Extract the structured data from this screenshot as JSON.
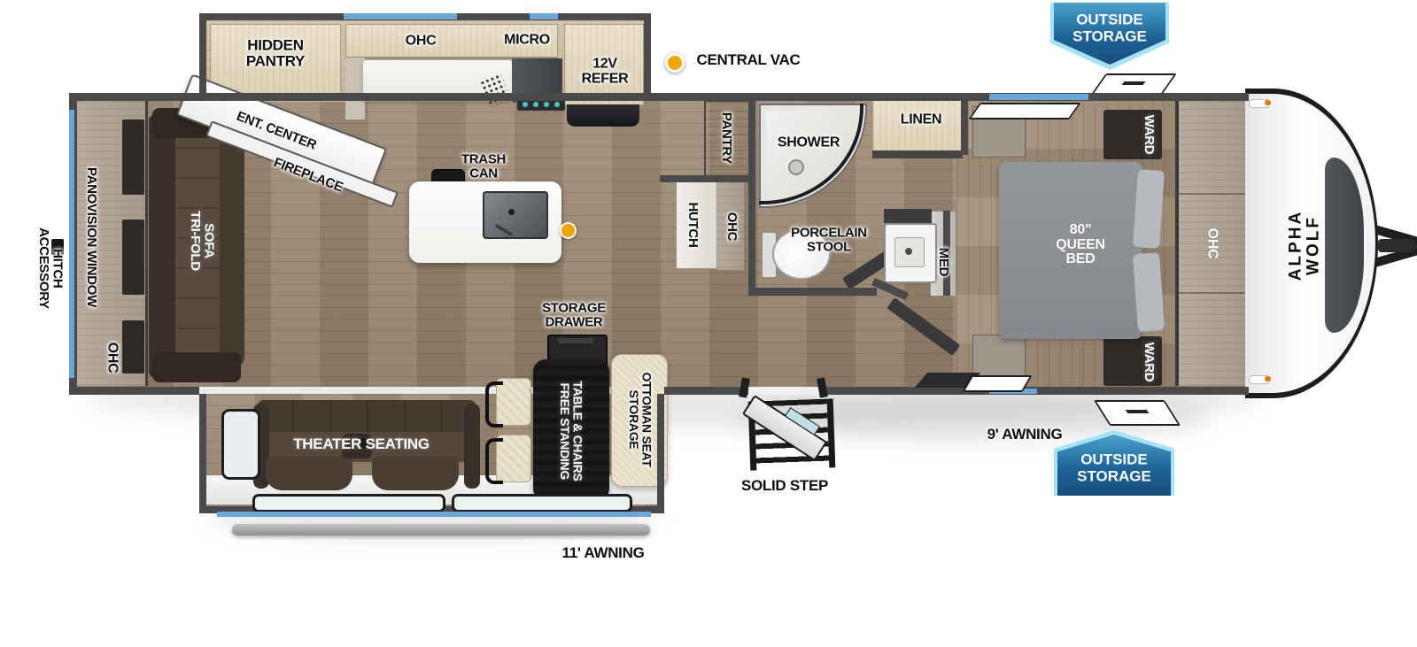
{
  "labels": {
    "hidden_pantry": "HIDDEN\nPANTRY",
    "kitchen_ohc": "OHC",
    "micro": "MICRO",
    "refer": "12V\nREFER",
    "central_vac": "CENTRAL VAC",
    "ent_center": "ENT. CENTER",
    "fireplace": "FIREPLACE",
    "trash_can": "TRASH\nCAN",
    "pantry": "PANTRY",
    "hutch": "HUTCH",
    "hall_ohc": "OHC",
    "shower": "SHOWER",
    "linen": "LINEN",
    "porcelain_stool": "PORCELAIN\nSTOOL",
    "med": "MED",
    "queen_bed": "80\"\nQUEEN\nBED",
    "ward_top": "WARD",
    "ward_bottom": "WARD",
    "bedroom_ohc": "OHC",
    "brand": "ALPHA WOLF",
    "panovision_window": "PANOVISION WINDOW",
    "rear_ohc": "OHC",
    "tri_fold_sofa": "TRI-FOLD\nSOFA",
    "accessory_hitch": "ACCESSORY\nHITCH",
    "theater_seating": "THEATER SEATING",
    "table": "FREE STANDING\nTABLE & CHAIRS",
    "ottoman": "STORAGE\nOTTOMAN SEAT",
    "storage_drawer": "STORAGE\nDRAWER",
    "solid_step": "SOLID STEP",
    "awning_rear": "11' AWNING",
    "awning_front": "9' AWNING",
    "outside_storage_top": "OUTSIDE\nSTORAGE",
    "outside_storage_bottom": "OUTSIDE\nSTORAGE"
  },
  "colors": {
    "badge_blue": "#1e6397",
    "badge_border": "#a5e2f6",
    "window_blue": "#6aa6d6",
    "vac_orange": "#f0a400",
    "wall_gray": "#4a4a4a"
  }
}
